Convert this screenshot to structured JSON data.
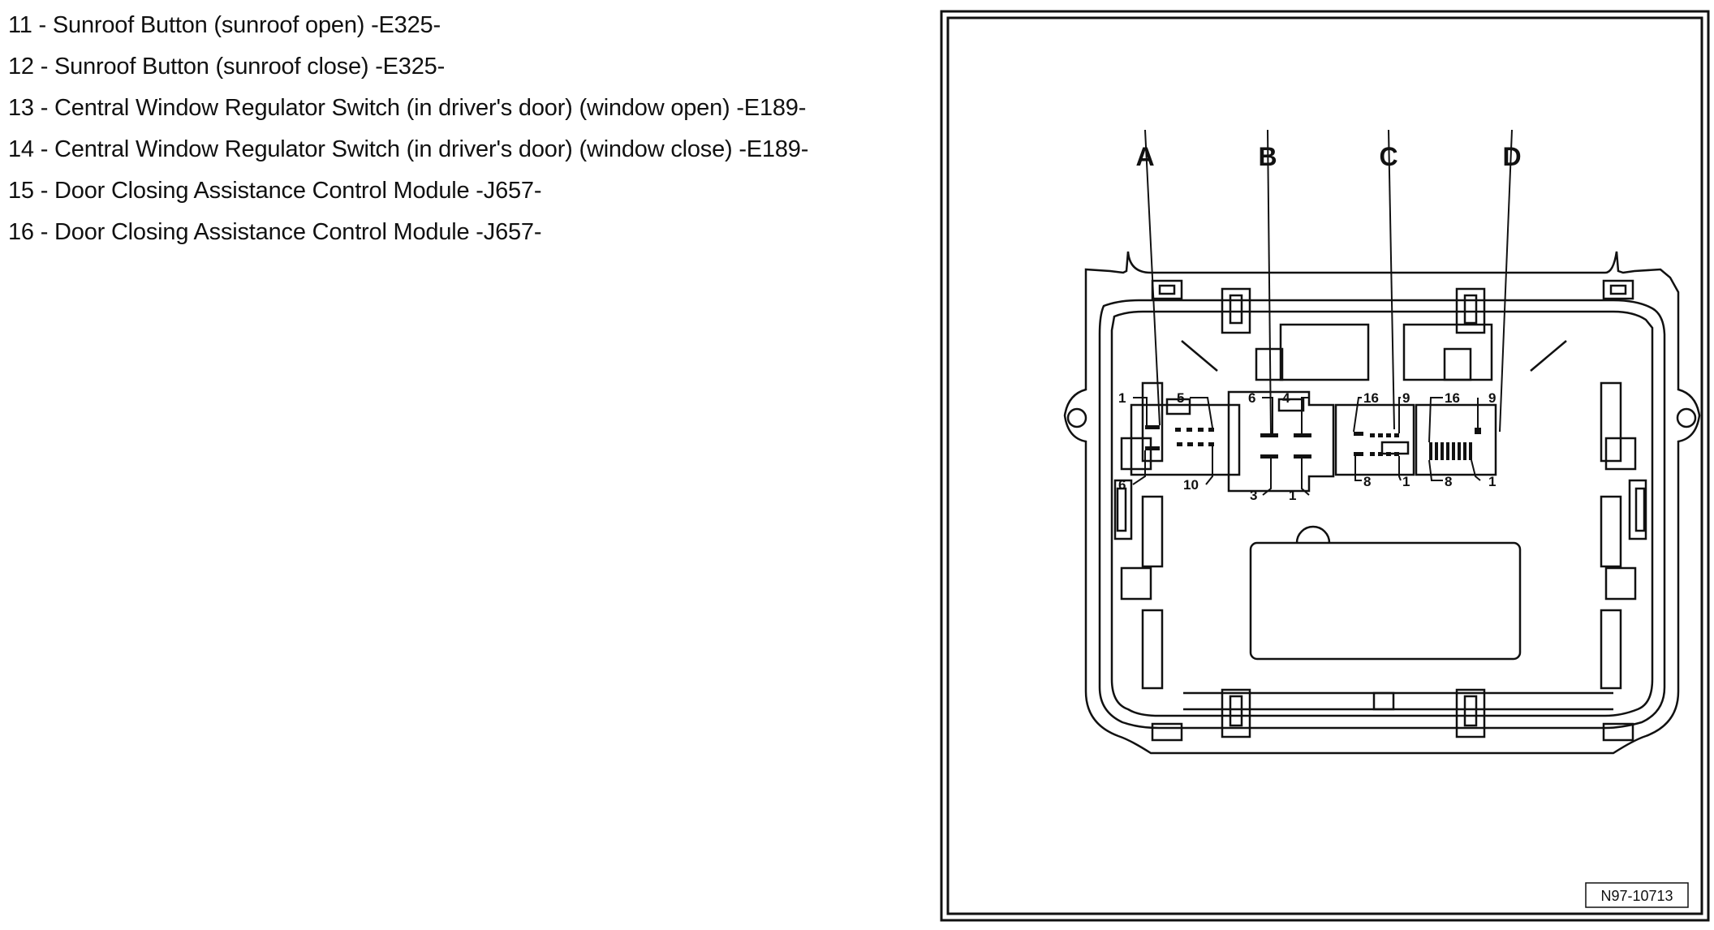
{
  "legend": [
    "11 - Sunroof Button (sunroof open) -E325-",
    "12 - Sunroof Button (sunroof close) -E325-",
    "13 - Central Window Regulator Switch (in driver's door) (window open) -E189-",
    "14 - Central Window Regulator Switch (in driver's door) (window close) -E189-",
    "15 - Door Closing Assistance Control Module -J657-",
    "16 - Door Closing Assistance Control Module -J657-"
  ],
  "diagram": {
    "connectors": [
      "A",
      "B",
      "C",
      "D"
    ],
    "pins": {
      "a_top_left": "1",
      "a_top_right": "5",
      "a_bottom_left": "6",
      "a_bottom_right": "10",
      "b_top_left": "6",
      "b_top_right": "4",
      "b_bottom_left": "3",
      "b_bottom_right": "1",
      "c_top_left": "16",
      "c_top_right": "9",
      "c_bottom_left": "8",
      "c_bottom_right": "1",
      "d_top_left": "16",
      "d_top_right": "9",
      "d_bottom_left": "8",
      "d_bottom_right": "1"
    },
    "reference": "N97-10713"
  }
}
